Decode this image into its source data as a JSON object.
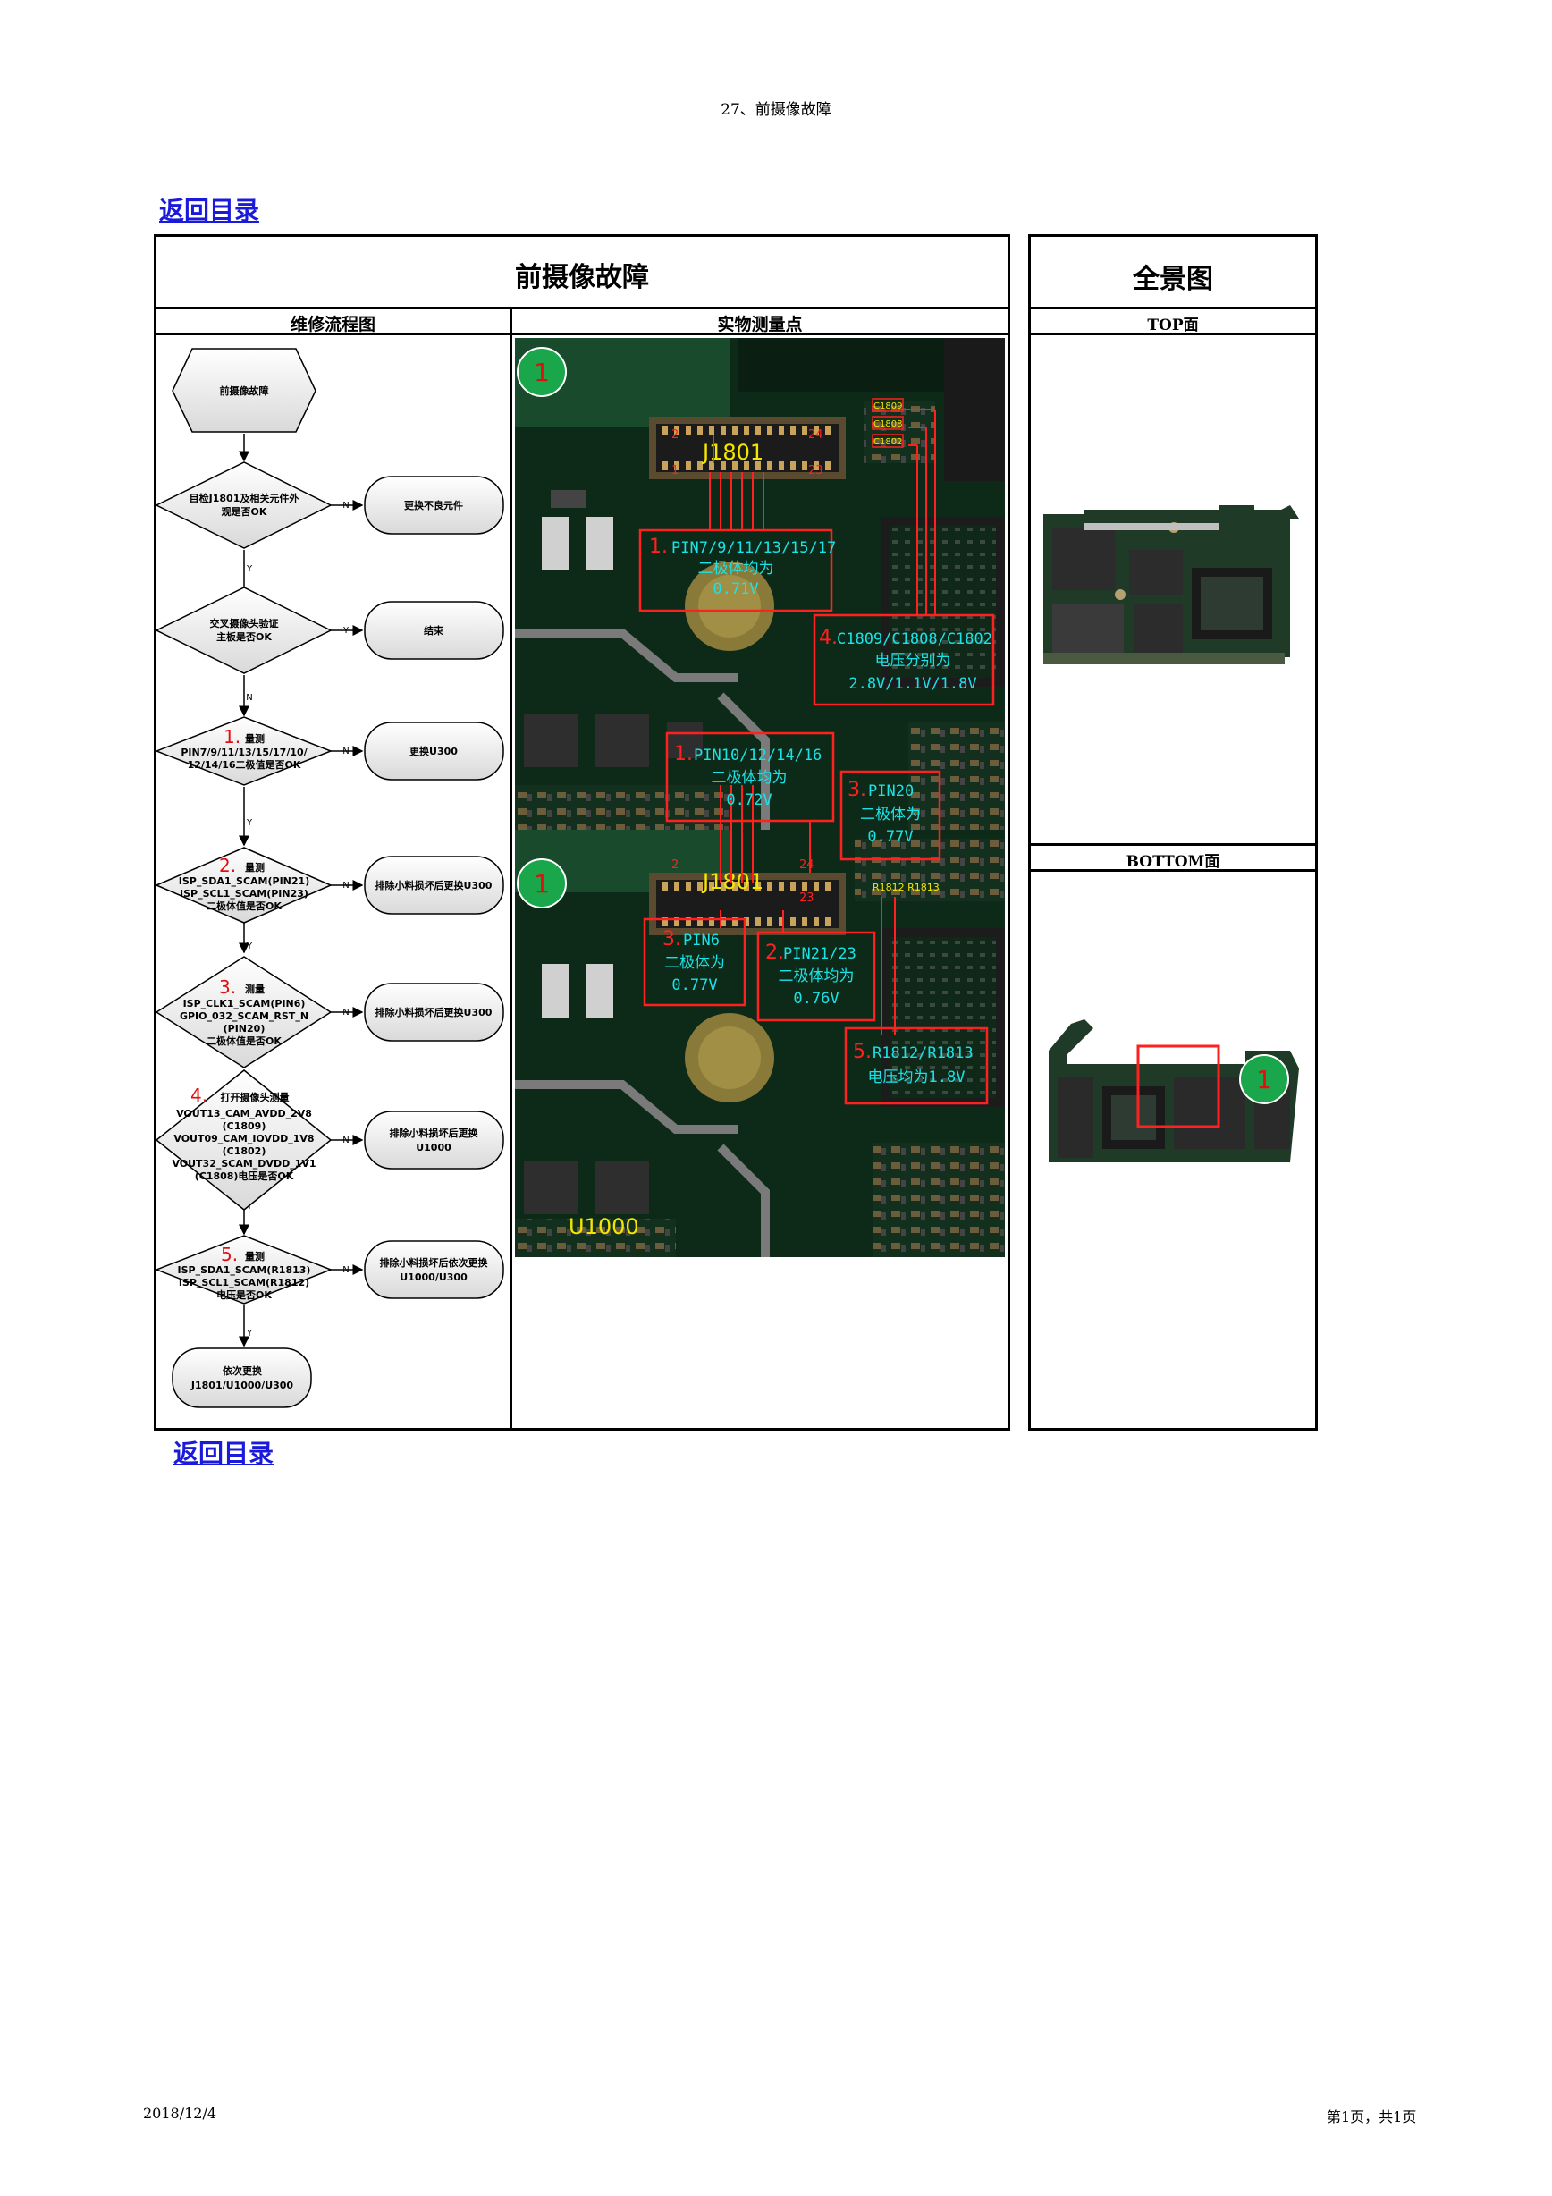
{
  "header": {
    "title": "27、前摄像故障"
  },
  "back_link_top": "返回目录",
  "back_link_bottom": "返回目录",
  "table": {
    "main_title": "前摄像故障",
    "panorama_title": "全景图",
    "col_flow": "维修流程图",
    "col_measure": "实物测量点",
    "col_top": "TOP面",
    "col_bottom": "BOTTOM面"
  },
  "flowchart": {
    "start": "前摄像故障",
    "d1": [
      "目检J1801及相关元件外",
      "观是否OK"
    ],
    "a1": "更换不良元件",
    "d2": [
      "交叉摄像头验证",
      "主板是否OK"
    ],
    "a2": "结束",
    "d3_num": "1.",
    "d3_title": "量测",
    "d3": [
      "PIN7/9/11/13/15/17/10/",
      "12/14/16二极值是否OK"
    ],
    "a3": "更换U300",
    "d4_num": "2.",
    "d4_title": "量测",
    "d4": [
      "ISP_SDA1_SCAM(PIN21)",
      "ISP_SCL1_SCAM(PIN23)",
      "二极体值是否OK"
    ],
    "a4": "排除小料损坏后更换U300",
    "d5_num": "3.",
    "d5_title": "测量",
    "d5": [
      "ISP_CLK1_SCAM(PIN6)",
      "GPIO_032_SCAM_RST_N",
      "(PIN20)",
      "二极体值是否OK"
    ],
    "a5": "排除小料损坏后更换U300",
    "d6_num": "4.",
    "d6_title": "打开摄像头测量",
    "d6": [
      "VOUT13_CAM_AVDD_2V8",
      "(C1809)",
      "VOUT09_CAM_IOVDD_1V8",
      "(C1802)",
      "VOUT32_SCAM_DVDD_1V1",
      "(C1808)电压是否OK"
    ],
    "a6": [
      "排除小料损坏后更换",
      "U1000"
    ],
    "d7_num": "5.",
    "d7_title": "量测",
    "d7": [
      "ISP_SDA1_SCAM(R1813)",
      "ISP_SCL1_SCAM(R1812)",
      "电压是否OK"
    ],
    "a7": [
      "排除小料损坏后依次更换",
      "U1000/U300"
    ],
    "end": [
      "依次更换",
      "J1801/U1000/U300"
    ],
    "yes_label": "Y",
    "no_label": "N"
  },
  "board": {
    "badge": "1",
    "connector_label": "J1801",
    "pin_2": "2",
    "pin_24": "24",
    "pin_1": "1",
    "pin_23": "23",
    "caps": [
      "C1809",
      "C1808",
      "C1802"
    ],
    "resistors": "R1812 R1813",
    "chip_label": "U1000",
    "ann1_num": "1.",
    "ann1": [
      "PIN7/9/11/13/15/17",
      "二极体均为",
      "0.71V"
    ],
    "ann4_num": "4.",
    "ann4": [
      "C1809/C1808/C1802",
      "电压分别为",
      "2.8V/1.1V/1.8V"
    ],
    "ann1b_num": "1.",
    "ann1b": [
      "PIN10/12/14/16",
      "二极体均为",
      "0.72V"
    ],
    "ann3_num": "3.",
    "ann3": [
      "PIN20",
      "二极体为",
      "0.77V"
    ],
    "ann3b_num": "3.",
    "ann3b": [
      "PIN6",
      "二极体为",
      "0.77V"
    ],
    "ann2_num": "2.",
    "ann2": [
      "PIN21/23",
      "二极体均为",
      "0.76V"
    ],
    "ann5_num": "5.",
    "ann5": [
      "R1812/R1813",
      "电压均为1.8V"
    ]
  },
  "bottom_badge": "1",
  "footer": {
    "date": "2018/12/4",
    "page": "第1页，共1页"
  }
}
